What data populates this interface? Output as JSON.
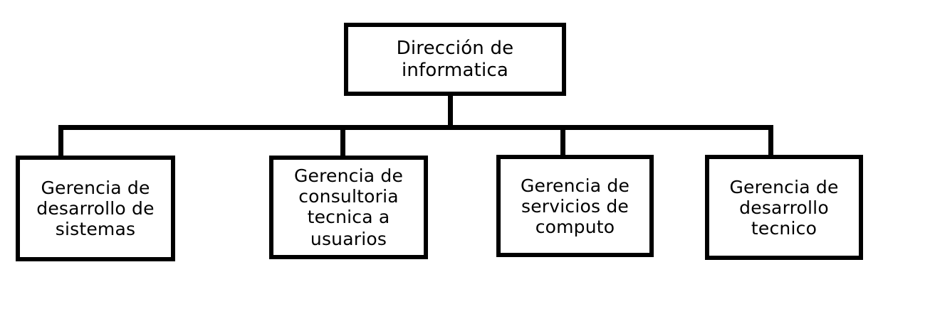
{
  "chart_data": {
    "type": "diagram",
    "diagram_type": "organizational-chart",
    "title": "",
    "orientation": "top-down",
    "root": {
      "id": "root",
      "lines": [
        "Dirección de",
        "informatica"
      ],
      "text": "Dirección de informatica"
    },
    "children": [
      {
        "id": "child-0",
        "lines": [
          "Gerencia de",
          "desarrollo de",
          "sistemas"
        ],
        "text": "Gerencia de desarrollo de sistemas"
      },
      {
        "id": "child-1",
        "lines": [
          "Gerencia de",
          "consultoria",
          "tecnica a",
          "usuarios"
        ],
        "text": "Gerencia de consultoria tecnica a usuarios"
      },
      {
        "id": "child-2",
        "lines": [
          "Gerencia de",
          "servicios de",
          "computo"
        ],
        "text": "Gerencia de servicios de computo"
      },
      {
        "id": "child-3",
        "lines": [
          "Gerencia de",
          "desarrollo",
          "tecnico"
        ],
        "text": "Gerencia de desarrollo tecnico"
      }
    ],
    "edges": [
      {
        "from": "root",
        "to": "child-0"
      },
      {
        "from": "root",
        "to": "child-1"
      },
      {
        "from": "root",
        "to": "child-2"
      },
      {
        "from": "root",
        "to": "child-3"
      }
    ],
    "colors": {
      "background": "#ffffff",
      "box_fill": "#ffffff",
      "box_border": "#000000",
      "connector": "#000000",
      "text": "#000000"
    }
  }
}
